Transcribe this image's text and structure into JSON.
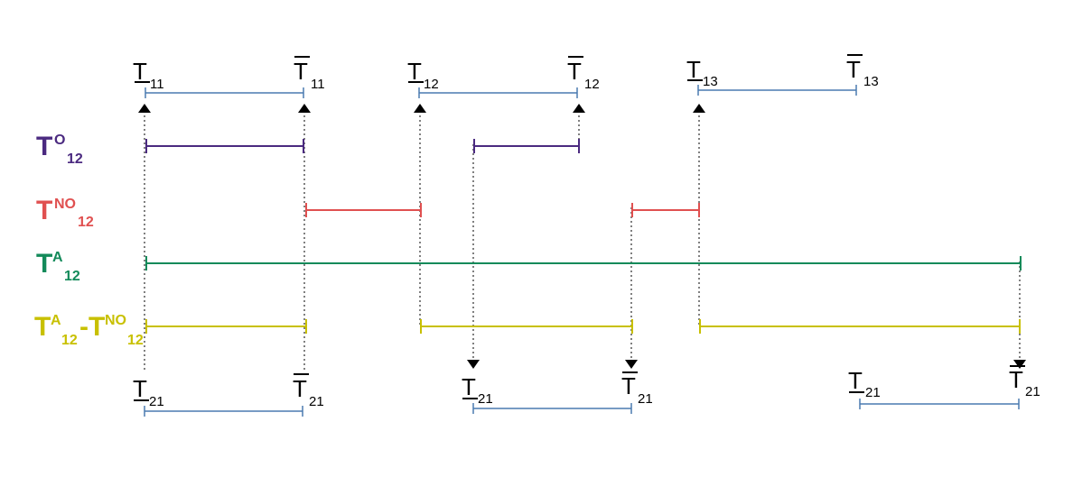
{
  "colors": {
    "timeline": "#4a7ab0",
    "o": "#4b2a80",
    "no": "#e05050",
    "a": "#138a5a",
    "diff": "#c8c000",
    "arrow": "#000000"
  },
  "row_labels": {
    "o": {
      "base": "T",
      "sup": "O",
      "sub": "12"
    },
    "no": {
      "base": "T",
      "sup": "NO",
      "sub": "12"
    },
    "a": {
      "base": "T",
      "sup": "A",
      "sub": "12"
    },
    "diff": {
      "base1": "T",
      "sup1": "A",
      "sub1": "12",
      "dash": "-",
      "base2": "T",
      "sup2": "NO",
      "sub2": "12"
    }
  },
  "top_marks": [
    {
      "base": "T",
      "sub": "11",
      "bar": "under"
    },
    {
      "base": "T",
      "sub": "11",
      "bar": "over"
    },
    {
      "base": "T",
      "sub": "12",
      "bar": "under"
    },
    {
      "base": "T",
      "sub": "12",
      "bar": "over"
    },
    {
      "base": "T",
      "sub": "13",
      "bar": "under"
    },
    {
      "base": "T",
      "sub": "13",
      "bar": "over"
    }
  ],
  "bottom_marks": [
    {
      "base": "T",
      "sub": "21",
      "bar": "under"
    },
    {
      "base": "T",
      "sub": "21",
      "bar": "over"
    },
    {
      "base": "T",
      "sub": "21",
      "bar": "under"
    },
    {
      "base": "T",
      "sub": "21",
      "bar": "over"
    },
    {
      "base": "T",
      "sub": "21",
      "bar": "under"
    },
    {
      "base": "T",
      "sub": "21",
      "bar": "over"
    }
  ]
}
